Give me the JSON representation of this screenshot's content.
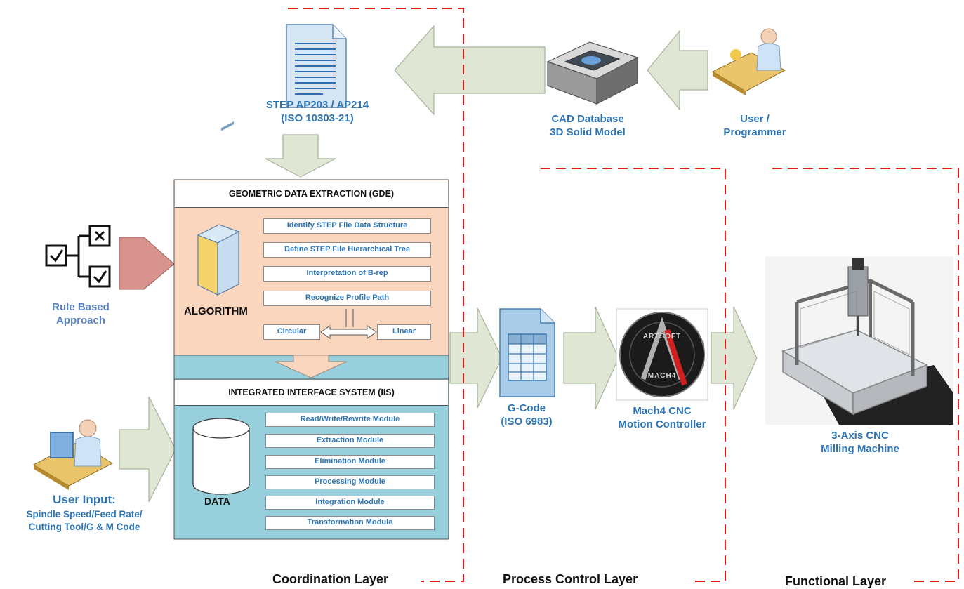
{
  "step_file": {
    "label": "STEP AP203 / AP214\n(ISO 10303-21)",
    "icon": "document-icon"
  },
  "cad": {
    "label": "CAD Database\n3D Solid Model",
    "icon": "tape-drive-icon"
  },
  "user_programmer": {
    "label": "User /\nProgrammer",
    "icon": "user-workstation-icon"
  },
  "rule_based": {
    "label": "Rule Based\nApproach",
    "icon": "decision-tree-icon"
  },
  "user_input": {
    "label": "User Input:",
    "detail": "Spindle Speed/Feed Rate/\nCutting Tool/G & M Code",
    "icon": "user-computer-icon"
  },
  "gde": {
    "title": "GEOMETRIC DATA EXTRACTION (GDE)",
    "algorithm_label": "ALGORITHM",
    "steps": [
      "Identify STEP File Data Structure",
      "Define STEP File Hierarchical Tree",
      "Interpretation of B-rep",
      "Recognize Profile Path"
    ],
    "branches": [
      "Circular",
      "Linear"
    ]
  },
  "iis": {
    "title": "INTEGRATED INTERFACE SYSTEM (IIS)",
    "data_label": "DATA",
    "modules": [
      "Read/Write/Rewrite Module",
      "Extraction Module",
      "Elimination Module",
      "Processing Module",
      "Integration Module",
      "Transformation Module"
    ]
  },
  "gcode": {
    "label": "G-Code\n(ISO 6983)",
    "icon": "spreadsheet-file-icon"
  },
  "mach4": {
    "label": "Mach4 CNC\nMotion Controller",
    "logo_text": [
      "ARTSOFT",
      "MACH4"
    ]
  },
  "cnc": {
    "label": "3-Axis CNC\nMilling Machine"
  },
  "layers": [
    "Coordination Layer",
    "Process Control Layer",
    "Functional Layer"
  ],
  "colors": {
    "label_blue": "#2e75b6",
    "arrow_fill": "#dfe6d3",
    "gde_fill": "#f9d6bd",
    "iis_fill": "#98cfdc",
    "dash_red": "#e41a1a",
    "rule_arrow": "#d9938f"
  }
}
